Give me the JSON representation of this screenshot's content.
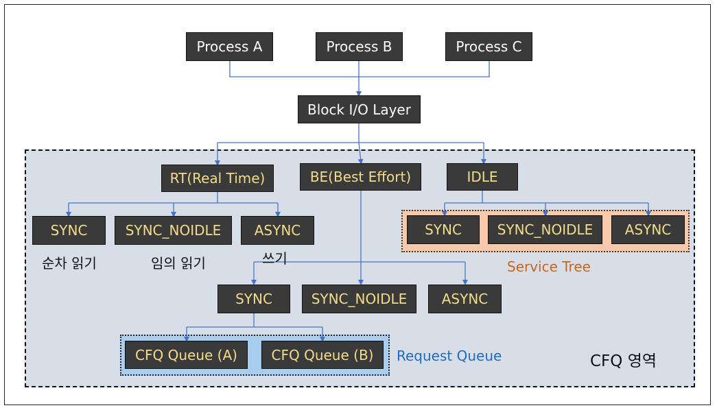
{
  "top_processes": {
    "a": "Process A",
    "b": "Process B",
    "c": "Process C"
  },
  "block_io_layer": "Block I/O Layer",
  "classes": {
    "rt": "RT(Real Time)",
    "be": "BE(Best Effort)",
    "idle": "IDLE"
  },
  "rt_queues": {
    "sync": "SYNC",
    "sync_noidle": "SYNC_NOIDLE",
    "async": "ASYNC"
  },
  "rt_captions": {
    "sync": "순차 읽기",
    "sync_noidle": "임의 읽기",
    "async": "쓰기"
  },
  "idle_queues": {
    "sync": "SYNC",
    "sync_noidle": "SYNC_NOIDLE",
    "async": "ASYNC"
  },
  "service_tree_label": "Service Tree",
  "be_queues": {
    "sync": "SYNC",
    "sync_noidle": "SYNC_NOIDLE",
    "async": "ASYNC"
  },
  "cfq_queues": {
    "a": "CFQ Queue (A)",
    "b": "CFQ Queue (B)"
  },
  "request_queue_label": "Request Queue",
  "cfq_area_label": "CFQ 영역",
  "colors": {
    "connector": "#4472c4",
    "box_fill": "#3a3a3a",
    "box_text_white": "#ffffff",
    "box_text_yellow": "#f3dc8a",
    "cfq_area_fill": "#d8dee8",
    "service_tree_fill": "#f9c9ab",
    "request_queue_fill": "#a9cdee",
    "service_tree_text": "#c9641f",
    "request_queue_text": "#1f6bbf"
  }
}
